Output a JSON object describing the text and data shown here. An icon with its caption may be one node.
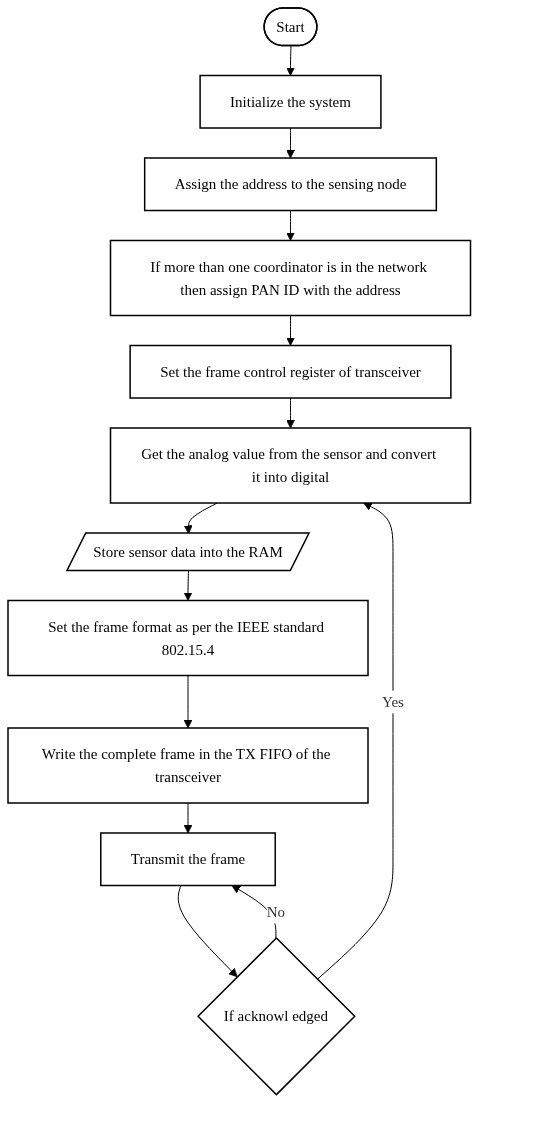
{
  "diagram": {
    "nodes": [
      {
        "text": [
          "Start"
        ]
      },
      {
        "text": [
          "Initialize the system"
        ]
      },
      {
        "text": [
          "Assign the address to the sensing node"
        ]
      },
      {
        "text": [
          "If more than one coordinator is in the network then assign PAN ID with the address"
        ]
      },
      {
        "text": [
          "Set the frame control register of transceiver"
        ]
      },
      {
        "text": [
          "Get the analog value from the sensor and convert it into digital"
        ]
      },
      {
        "text": [
          "Store sensor data into the RAM"
        ]
      },
      {
        "text": [
          "Set the frame format as per the IEEE standard 802.15.4"
        ]
      },
      {
        "text": [
          "Write the complete frame in the TX FIFO of the transceiver"
        ]
      },
      {
        "text": [
          "Transmit the frame"
        ]
      },
      {
        "text": [
          "If acknowl edged"
        ]
      }
    ],
    "edges": [
      {
        "from": 0,
        "to": 1,
        "arrow": "to"
      },
      {
        "from": 1,
        "to": 2,
        "arrow": "to"
      },
      {
        "from": 2,
        "to": 3,
        "arrow": "to"
      },
      {
        "from": 3,
        "to": 4,
        "arrow": "to"
      },
      {
        "from": 4,
        "to": 5,
        "arrow": "to"
      },
      {
        "from": 5,
        "to": 6,
        "arrow": "to"
      },
      {
        "from": 6,
        "to": 7,
        "arrow": "to"
      },
      {
        "from": 7,
        "to": 8,
        "arrow": "to"
      },
      {
        "from": 8,
        "to": 9,
        "arrow": "to"
      },
      {
        "from": 9,
        "to": 10,
        "arrow": "to"
      },
      {
        "from": 10,
        "to": 9,
        "label": "No",
        "arrow": "to"
      },
      {
        "from": 10,
        "to": 5,
        "label": "Yes",
        "arrow": "to"
      }
    ]
  }
}
